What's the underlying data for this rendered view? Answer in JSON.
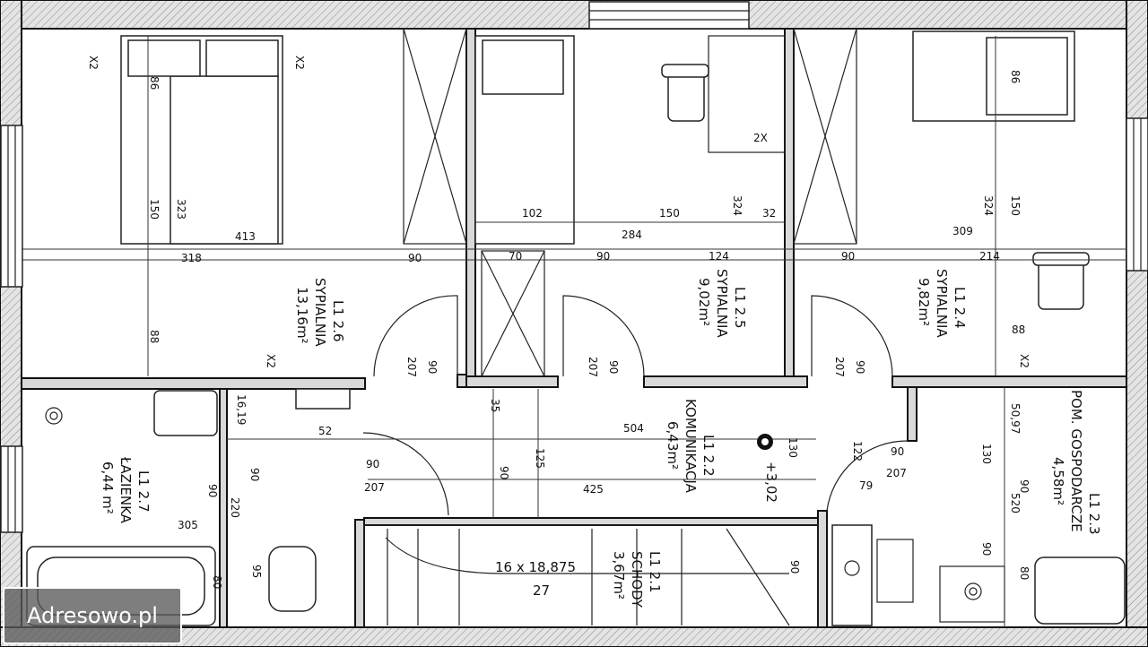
{
  "brand": {
    "watermark": "Adresowo.pl"
  },
  "rooms": [
    {
      "id": "L1 2.6",
      "name": "SYPIALNIA",
      "area": "13,16m²"
    },
    {
      "id": "L1 2.5",
      "name": "SYPIALNIA",
      "area": "9,02m²"
    },
    {
      "id": "L1 2.4",
      "name": "SYPIALNIA",
      "area": "9,82m²"
    },
    {
      "id": "L1 2.7",
      "name": "ŁAZIENKA",
      "area": "6,44 m²"
    },
    {
      "id": "L1 2.2",
      "name": "KOMUNIKACJA",
      "area": "6,43m²"
    },
    {
      "id": "L1 2.3",
      "name": "POM. GOSPODARCZE",
      "area": "4,58m²"
    },
    {
      "id": "L1 2.1",
      "name": "SCHODY",
      "area": "3,67m²"
    }
  ],
  "stairs": {
    "steps": "16 x 18,875",
    "count": "27"
  },
  "level": "+3,02",
  "dims": {
    "d86a": "86",
    "d323": "323",
    "d150a": "150",
    "d413": "413",
    "d318": "318",
    "d90a": "90",
    "d88a": "88",
    "d102": "102",
    "d150b": "150",
    "d324a": "324",
    "d32": "32",
    "d284": "284",
    "d70": "70",
    "d90b": "90",
    "d124": "124",
    "d86b": "86",
    "d324b": "324",
    "d150c": "150",
    "d309": "309",
    "d90c": "90",
    "d214": "214",
    "d88b": "88",
    "d207a": "207",
    "d90d": "90",
    "d207b": "207",
    "d90e": "90",
    "d207c": "207",
    "d90f": "90",
    "d16_19": "16,19",
    "d52": "52",
    "d35": "35",
    "d125": "125",
    "d90g": "90",
    "d504": "504",
    "d130a": "130",
    "d122": "122",
    "d90h": "90",
    "d207d": "207",
    "d79": "79",
    "d50_97": "50,97",
    "d130b": "130",
    "d90i": "90",
    "d520": "520",
    "d425": "425",
    "d90j": "90",
    "d207e": "207",
    "d220": "220",
    "d90k": "90",
    "d90l": "90",
    "d305": "305",
    "d80a": "80",
    "d95": "95",
    "d90m": "90",
    "d80b": "80",
    "d90n": "90",
    "x2a": "X2",
    "x2b": "X2",
    "x2c": "2X",
    "x2d": "X2",
    "x2e": "X2"
  }
}
